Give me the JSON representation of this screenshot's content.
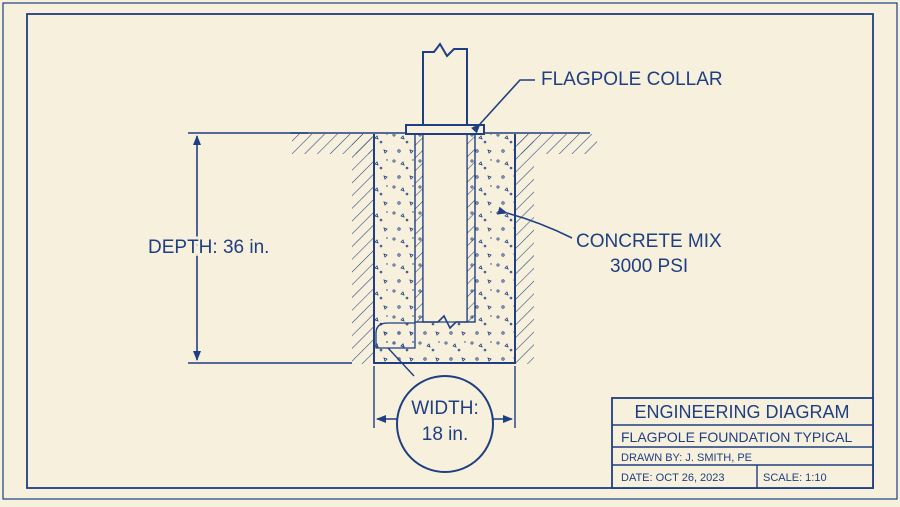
{
  "callouts": {
    "collar": "FLAGPOLE COLLAR",
    "concrete_line1": "CONCRETE MIX",
    "concrete_line2": "3000 PSI",
    "depth": "DEPTH: 36 in.",
    "width_line1": "WIDTH:",
    "width_line2": "18 in."
  },
  "title_block": {
    "title": "ENGINEERING DIAGRAM",
    "subtitle": "FLAGPOLE FOUNDATION TYPICAL",
    "drawn_by": "DRAWN BY: J. SMITH, PE",
    "date": "DATE: OCT 26, 2023",
    "scale": "SCALE: 1:10"
  },
  "colors": {
    "ink": "#1f3f82",
    "paper": "#f6f0dc"
  }
}
